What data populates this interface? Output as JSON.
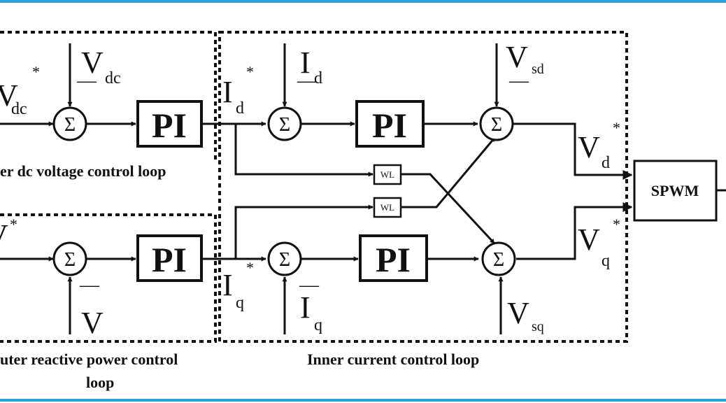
{
  "colors": {
    "frame": "#2aa3dd",
    "ink": "#111111",
    "background": "#ffffff"
  },
  "blocks": {
    "pi": "PI",
    "wl": "WL",
    "spwm": "SPWM",
    "sum_symbol": "Σ",
    "minus_symbol": "—"
  },
  "signals": {
    "vdc_ref": {
      "main": "V",
      "sub": "dc",
      "sup": "*"
    },
    "vdc_meas": {
      "main": "V",
      "sub": "dc"
    },
    "v_ref": {
      "main": "V",
      "sup": "*"
    },
    "v_meas": {
      "main": "V"
    },
    "id_ref": {
      "main": "I",
      "sub": "d",
      "sup": "*"
    },
    "id_meas": {
      "main": "I",
      "sub": "d"
    },
    "iq_ref": {
      "main": "I",
      "sub": "q",
      "sup": "*"
    },
    "iq_meas": {
      "main": "I",
      "sub": "q"
    },
    "vsd": {
      "main": "V",
      "sub": "sd"
    },
    "vsq": {
      "main": "V",
      "sub": "sq"
    },
    "vd_ref": {
      "main": "V",
      "sub": "d",
      "sup": "*"
    },
    "vq_ref": {
      "main": "V",
      "sub": "q",
      "sup": "*"
    }
  },
  "loops": {
    "outer_dc": "er dc voltage control loop",
    "outer_reactive_line1": "uter reactive power control",
    "outer_reactive_line2": "loop",
    "inner_current": "Inner current control loop"
  }
}
